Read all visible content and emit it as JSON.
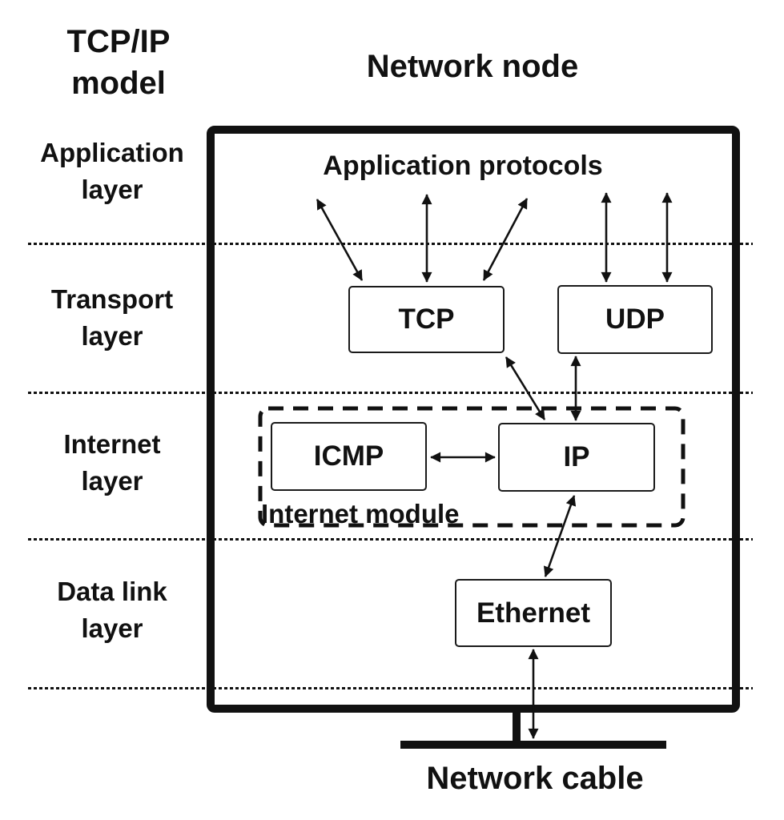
{
  "diagram": {
    "model_title": "TCP/IP\nmodel",
    "node_title": "Network node",
    "layers": [
      {
        "name": "application",
        "label": "Application\nlayer"
      },
      {
        "name": "transport",
        "label": "Transport\nlayer"
      },
      {
        "name": "internet",
        "label": "Internet\nlayer"
      },
      {
        "name": "data-link",
        "label": "Data link\nlayer"
      }
    ],
    "node": {
      "app_protocols_label": "Application protocols",
      "boxes": {
        "tcp": "TCP",
        "udp": "UDP",
        "icmp": "ICMP",
        "ip": "IP",
        "ethernet": "Ethernet"
      },
      "internet_module_label": "Internet module"
    },
    "cable_label": "Network cable",
    "connections": [
      {
        "from": "Application protocols",
        "to": "TCP",
        "bidirectional": true,
        "arrow_count": 3
      },
      {
        "from": "Application protocols",
        "to": "UDP",
        "bidirectional": true,
        "arrow_count": 2
      },
      {
        "from": "TCP",
        "to": "IP",
        "bidirectional": true,
        "arrow_count": 1
      },
      {
        "from": "UDP",
        "to": "IP",
        "bidirectional": true,
        "arrow_count": 1
      },
      {
        "from": "ICMP",
        "to": "IP",
        "bidirectional": true,
        "arrow_count": 1
      },
      {
        "from": "IP",
        "to": "Ethernet",
        "bidirectional": true,
        "arrow_count": 1
      },
      {
        "from": "Ethernet",
        "to": "Network cable",
        "bidirectional": true,
        "arrow_count": 1
      }
    ],
    "colors": {
      "ink": "#111111",
      "background": "#ffffff"
    }
  }
}
